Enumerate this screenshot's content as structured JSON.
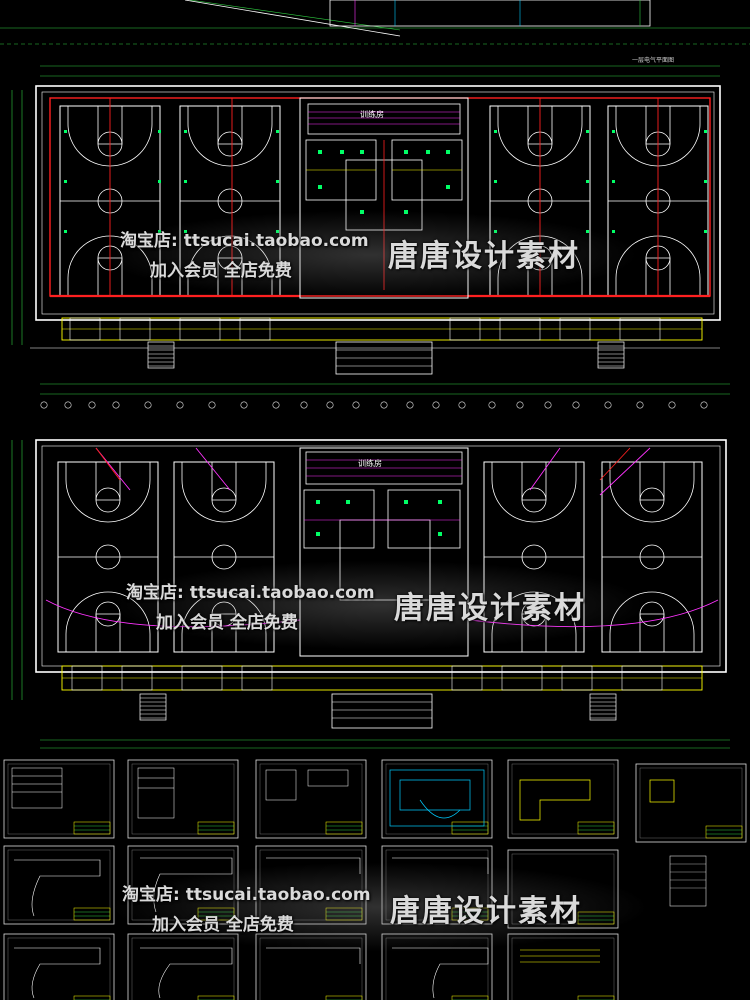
{
  "drawing": {
    "plan1": {
      "title_note": "一层电气平面图",
      "room_label": "训练房"
    },
    "plan2": {
      "room_label": "训练房"
    }
  },
  "watermarks": [
    {
      "url": "淘宝店: ttsucai.taobao.com",
      "join": "加入会员 全店免费",
      "brand": "唐唐设计素材"
    },
    {
      "url": "淘宝店: ttsucai.taobao.com",
      "join": "加入会员 全店免费",
      "brand": "唐唐设计素材"
    },
    {
      "url": "淘宝店: ttsucai.taobao.com",
      "join": "加入会员 全店免费",
      "brand": "唐唐设计素材"
    }
  ],
  "colors": {
    "background": "#000000",
    "wall": "#ffffff",
    "court_line": "#ffffff",
    "dimension": "#2ecc40",
    "power_circuit": "#ff2020",
    "lighting": "#ffff00",
    "signal": "#ff33ff",
    "fixture": "#00ff66"
  }
}
